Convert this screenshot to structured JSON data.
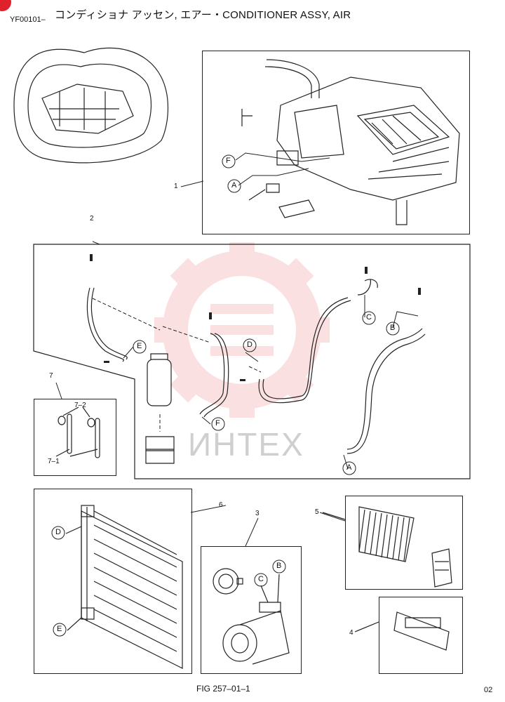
{
  "header": {
    "code": "YF00101–",
    "title": "コンディショナ アッセン, エアー・CONDITIONER ASSY, AIR"
  },
  "footer": {
    "figure": "FIG 257–01–1",
    "page": "02"
  },
  "watermark": {
    "text": "ИНТЕХ"
  },
  "callouts": {
    "top_assy": [
      "F",
      "A"
    ],
    "piping": [
      "E",
      "D",
      "C",
      "B",
      "F",
      "A"
    ],
    "condenser": [
      "D",
      "E"
    ],
    "compressor": [
      "C",
      "B"
    ]
  },
  "item_numbers": {
    "n1": "1",
    "n2": "2",
    "n3": "3",
    "n4": "4",
    "n5": "5",
    "n6": "6",
    "n7": "7",
    "n7_1": "7–1",
    "n7_2": "7–2"
  },
  "colors": {
    "badge": "#e0202a",
    "watermark": "#f3a7a7",
    "line": "#222222"
  }
}
